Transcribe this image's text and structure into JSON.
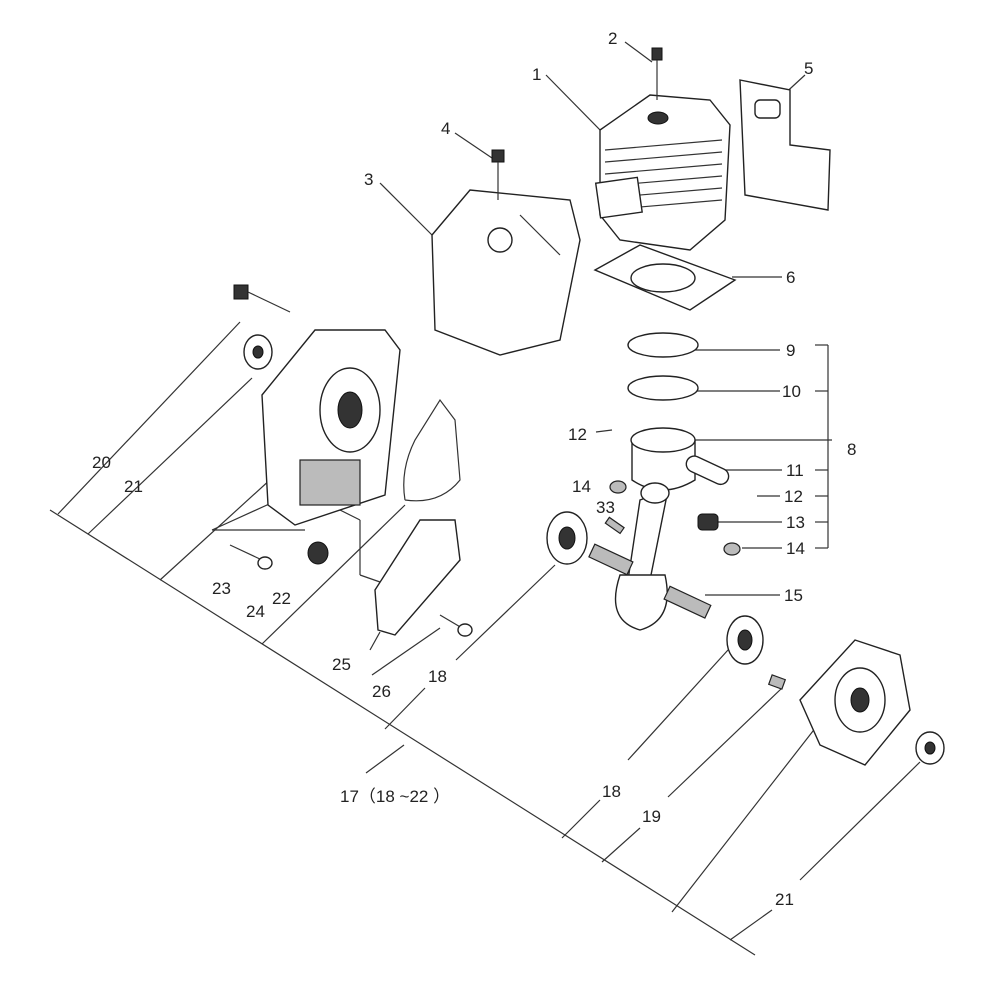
{
  "diagram": {
    "labels": {
      "p1": "1",
      "p2": "2",
      "p3": "3",
      "p4": "4",
      "p5": "5",
      "p6": "6",
      "p8": "8",
      "p9": "9",
      "p10": "10",
      "p11": "11",
      "p12a": "12",
      "p12b": "12",
      "p13": "13",
      "p14a": "14",
      "p14b": "14",
      "p15": "15",
      "p17": "17（18 ~22 ）",
      "p18a": "18",
      "p18b": "18",
      "p19": "19",
      "p20": "20",
      "p21a": "21",
      "p21b": "21",
      "p22": "22",
      "p23": "23",
      "p24": "24",
      "p25": "25",
      "p26": "26",
      "p33": "33"
    }
  }
}
